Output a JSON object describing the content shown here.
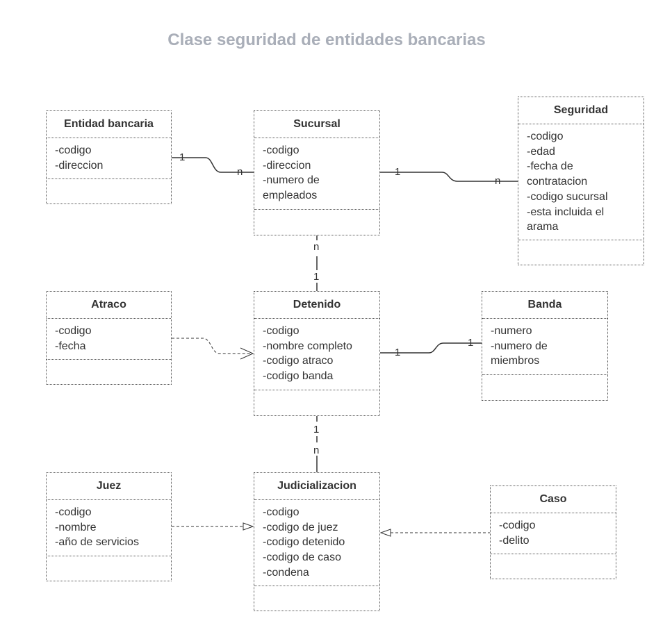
{
  "title": "Clase seguridad de entidades bancarias",
  "classes": {
    "entidad": {
      "name": "Entidad bancaria",
      "attributes": [
        "-codigo",
        "-direccion"
      ]
    },
    "sucursal": {
      "name": "Sucursal",
      "attributes": [
        "-codigo",
        "-direccion",
        "-numero de empleados"
      ]
    },
    "seguridad": {
      "name": "Seguridad",
      "attributes": [
        "-codigo",
        "-edad",
        "-fecha de contratacion",
        "-codigo sucursal",
        "-esta incluida el arama"
      ]
    },
    "atraco": {
      "name": "Atraco",
      "attributes": [
        "-codigo",
        "-fecha"
      ]
    },
    "detenido": {
      "name": "Detenido",
      "attributes": [
        "-codigo",
        "-nombre completo",
        "-codigo atraco",
        "-codigo banda"
      ]
    },
    "banda": {
      "name": "Banda",
      "attributes": [
        "-numero",
        "-numero de miembros"
      ]
    },
    "juez": {
      "name": "Juez",
      "attributes": [
        "-codigo",
        "-nombre",
        "-año de servicios"
      ]
    },
    "judicializacion": {
      "name": "Judicializacion",
      "attributes": [
        "-codigo",
        "-codigo de juez",
        "-codigo detenido",
        "-codigo de caso",
        "-condena"
      ]
    },
    "caso": {
      "name": "Caso",
      "attributes": [
        "-codigo",
        "-delito"
      ]
    }
  },
  "associations": [
    {
      "from": "Entidad bancaria",
      "to": "Sucursal",
      "from_mult": "1",
      "to_mult": "n"
    },
    {
      "from": "Sucursal",
      "to": "Seguridad",
      "from_mult": "1",
      "to_mult": "n"
    },
    {
      "from": "Sucursal",
      "to": "Detenido",
      "from_mult": "n",
      "to_mult": "1"
    },
    {
      "from": "Detenido",
      "to": "Banda",
      "from_mult": "1",
      "to_mult": "1"
    },
    {
      "from": "Detenido",
      "to": "Judicializacion",
      "from_mult": "1",
      "to_mult": "n"
    }
  ],
  "dependencies": [
    {
      "from": "Atraco",
      "to": "Detenido"
    },
    {
      "from": "Juez",
      "to": "Judicializacion"
    },
    {
      "from": "Caso",
      "to": "Judicializacion"
    }
  ],
  "colors": {
    "title": "#a9aeb8",
    "text": "#333333",
    "border": "#555555",
    "line": "#333333"
  }
}
